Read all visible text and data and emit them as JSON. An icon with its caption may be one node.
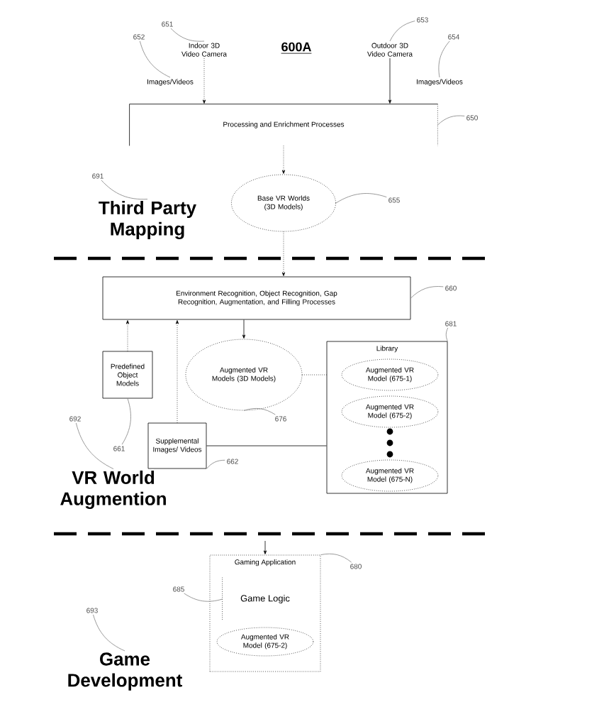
{
  "diagram": {
    "title": "600A",
    "nodes": [
      {
        "text": [
          "Indoor 3D Video Camera"
        ]
      },
      {
        "text": [
          "Outdoor 3D Video Camera"
        ]
      },
      {
        "text": [
          "Processing and Enrichment Processes"
        ]
      },
      {
        "text": [
          "Base VR Worlds (3D Models)"
        ]
      },
      {
        "text": [
          "Environment Recognition, Object Recognition, Gap Recognition, Augmentation, and Filling Processes"
        ]
      },
      {
        "text": [
          "Predefined Object Models"
        ]
      },
      {
        "text": [
          "Supplemental Images/ Videos"
        ]
      },
      {
        "text": [
          "Augmented VR Models (3D Models)"
        ]
      },
      {
        "text": [
          "Library"
        ]
      },
      {
        "text": [
          "Augmented VR Model (675-1)"
        ],
        "in": 8
      },
      {
        "text": [
          "Augmented VR Model (675-2)"
        ],
        "in": 8
      },
      {
        "text": [
          "Augmented VR Model (675-N)"
        ],
        "in": 8
      },
      {
        "text": [
          "Gaming Application"
        ]
      },
      {
        "text": [
          "Game Logic"
        ],
        "in": 12
      },
      {
        "text": [
          "Augmented VR Model (675-2)"
        ],
        "in": 12
      },
      {
        "text": [
          "Images/Videos"
        ]
      },
      {
        "text": [
          "Images/Videos"
        ]
      },
      {
        "text": [
          "Third Party Mapping"
        ]
      },
      {
        "text": [
          "VR World Augmention"
        ]
      },
      {
        "text": [
          "Game Development"
        ]
      },
      {
        "text": [
          "651"
        ]
      },
      {
        "text": [
          "652"
        ]
      },
      {
        "text": [
          "653"
        ]
      },
      {
        "text": [
          "654"
        ]
      },
      {
        "text": [
          "650"
        ]
      },
      {
        "text": [
          "655"
        ]
      },
      {
        "text": [
          "691"
        ]
      },
      {
        "text": [
          "660"
        ]
      },
      {
        "text": [
          "681"
        ]
      },
      {
        "text": [
          "676"
        ]
      },
      {
        "text": [
          "661"
        ]
      },
      {
        "text": [
          "662"
        ]
      },
      {
        "text": [
          "692"
        ]
      },
      {
        "text": [
          "680"
        ]
      },
      {
        "text": [
          "685"
        ]
      },
      {
        "text": [
          "693"
        ]
      }
    ],
    "edges": [
      {
        "from": 0,
        "to": 2,
        "arrow": "to",
        "style": "dashed",
        "color": "#000000"
      },
      {
        "from": 1,
        "to": 2,
        "arrow": "to",
        "color": "#000000"
      },
      {
        "from": 2,
        "to": 3,
        "arrow": "to",
        "style": "dashed",
        "color": "#000000"
      },
      {
        "from": 3,
        "to": 4,
        "arrow": "to",
        "style": "dashed",
        "color": "#000000"
      },
      {
        "from": 5,
        "to": 4,
        "arrow": "to",
        "style": "dashed",
        "color": "#000000"
      },
      {
        "from": 6,
        "to": 4,
        "arrow": "to",
        "style": "dashed",
        "color": "#000000"
      },
      {
        "from": 4,
        "to": 7,
        "arrow": "to",
        "color": "#000000"
      },
      {
        "from": 7,
        "to": 8,
        "arrow": "none",
        "style": "dashed",
        "color": "#000000"
      },
      {
        "from": 6,
        "to": 8,
        "arrow": "none",
        "color": "#000000"
      },
      {
        "from": null,
        "to": 12,
        "arrow": "to",
        "color": "#000000"
      },
      {
        "from": 20,
        "to": 0,
        "arrow": "none"
      },
      {
        "from": 21,
        "to": 15,
        "arrow": "none"
      },
      {
        "from": 22,
        "to": 1,
        "arrow": "none"
      },
      {
        "from": 23,
        "to": 16,
        "arrow": "none"
      },
      {
        "from": 24,
        "to": 2,
        "arrow": "none"
      },
      {
        "from": 25,
        "to": 3,
        "arrow": "none"
      },
      {
        "from": 26,
        "to": 17,
        "arrow": "none"
      },
      {
        "from": 27,
        "to": 4,
        "arrow": "none"
      },
      {
        "from": 28,
        "to": 8,
        "arrow": "none"
      },
      {
        "from": 29,
        "to": 7,
        "arrow": "none"
      },
      {
        "from": 30,
        "to": 5,
        "arrow": "none"
      },
      {
        "from": 31,
        "to": 6,
        "arrow": "none"
      },
      {
        "from": 32,
        "to": 18,
        "arrow": "none"
      },
      {
        "from": 33,
        "to": 12,
        "arrow": "none"
      },
      {
        "from": 34,
        "to": 13,
        "arrow": "none"
      },
      {
        "from": 35,
        "to": 19,
        "arrow": "none"
      }
    ]
  }
}
